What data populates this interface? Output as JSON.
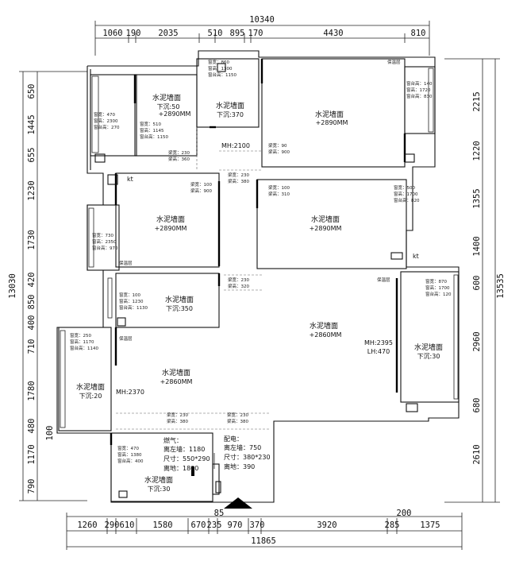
{
  "dims": {
    "top_total": "10340",
    "top": [
      "1060",
      "190",
      "2035",
      "510",
      "895",
      "170",
      "4430",
      "810"
    ],
    "bottom_total": "11865",
    "bottom": [
      "1260",
      "290",
      "610",
      "1580",
      "670",
      "235",
      "970",
      "370",
      "3920",
      "285",
      "1375"
    ],
    "bottom_extra": [
      "85",
      "200"
    ],
    "left_total": "13030",
    "left": [
      "650",
      "1445",
      "655",
      "1230",
      "1730",
      "420",
      "850",
      "400",
      "710",
      "1780",
      "480",
      "100",
      "1170",
      "790"
    ],
    "right_total": "13535",
    "right": [
      "2215",
      "1220",
      "1355",
      "1400",
      "600",
      "2960",
      "680",
      "2610"
    ]
  },
  "rooms": [
    {
      "name": "水泥墙面",
      "sub": "下沉:50",
      "sub2": "+2890MM"
    },
    {
      "name": "水泥墙面",
      "sub": "下沉:370"
    },
    {
      "name": "水泥墙面",
      "sub": "+2890MM"
    },
    {
      "name": "水泥墙面",
      "sub": "+2890MM"
    },
    {
      "name": "水泥墙面",
      "sub": "+2890MM"
    },
    {
      "name": "水泥墙面",
      "sub": "下沉:350"
    },
    {
      "name": "水泥墙面",
      "sub": "+2860MM"
    },
    {
      "name": "水泥墙面",
      "sub": "下沉:30"
    },
    {
      "name": "水泥墙面",
      "sub": "下沉:20"
    },
    {
      "name": "水泥墙面",
      "sub": "+2860MM"
    },
    {
      "name": "水泥墙面",
      "sub": "下沉:30"
    }
  ],
  "tags": {
    "mh1": "MH:2100",
    "mh2": "MH:2395",
    "lh": "LH:470",
    "mh3": "MH:2370",
    "kt": "kt",
    "bw": "保温层",
    "gas_title": "燃气：",
    "gas1": "离左墙：1180",
    "gas2": "尺寸：550*290",
    "gas3": "离地：1800",
    "ele_title": "配电：",
    "ele1": "离左墙：750",
    "ele2": "尺寸：380*230",
    "ele3": "离地：390"
  },
  "notes": {
    "a": [
      "窗宽：470",
      "窗高：2300",
      "窗台高：270"
    ],
    "b": [
      "窗宽：510",
      "窗高：1145",
      "窗台高：1150"
    ],
    "c": [
      "窗宽：860",
      "窗高：1300",
      "窗台高：1150"
    ],
    "d": [
      "窗台高：140",
      "窗高：1720",
      "窗台高：830"
    ],
    "e": [
      "梁宽：230",
      "梁高：360"
    ],
    "f": [
      "梁宽：90",
      "梁高：900"
    ],
    "g": [
      "梁宽：100",
      "梁高：900"
    ],
    "h": [
      "梁宽：230",
      "梁高：380"
    ],
    "i": [
      "梁宽：100",
      "梁高：310"
    ],
    "j": [
      "窗宽：500",
      "窗高：1700",
      "窗台高：820"
    ],
    "k": [
      "窗宽：730",
      "窗高：2350",
      "窗台高：970"
    ],
    "l": [
      "窗宽：100",
      "窗高：1230",
      "窗台高：1130"
    ],
    "m": [
      "梁宽：230",
      "梁高：320"
    ],
    "n": [
      "窗宽：870",
      "窗高：1700",
      "窗台高：120"
    ],
    "o": [
      "窗宽：250",
      "窗高：1170",
      "窗台高：1140"
    ],
    "p": [
      "梁宽：230",
      "梁高：380"
    ],
    "q": [
      "梁宽：230",
      "梁高：380"
    ],
    "r": [
      "窗宽：470",
      "窗高：1380",
      "窗台高：400"
    ]
  }
}
